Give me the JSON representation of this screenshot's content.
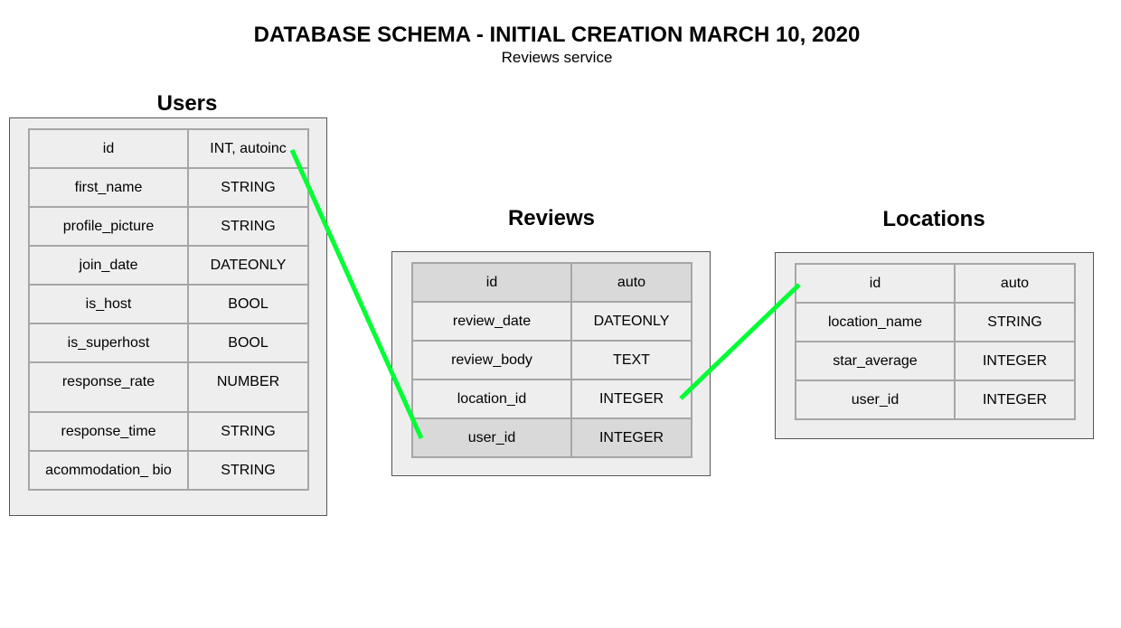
{
  "header": {
    "title": "DATABASE SCHEMA - INITIAL CREATION MARCH 10, 2020",
    "subtitle": "Reviews service"
  },
  "users": {
    "name": "Users",
    "rows": [
      {
        "field": "id",
        "type": "INT, autoinc"
      },
      {
        "field": "first_name",
        "type": "STRING"
      },
      {
        "field": "profile_picture",
        "type": "STRING"
      },
      {
        "field": "join_date",
        "type": "DATEONLY"
      },
      {
        "field": "is_host",
        "type": "BOOL"
      },
      {
        "field": "is_superhost",
        "type": "BOOL"
      },
      {
        "field": "response_rate",
        "type": "NUMBER"
      },
      {
        "field": "response_time",
        "type": "STRING"
      },
      {
        "field": "acommodation_ bio",
        "type": "STRING"
      }
    ]
  },
  "reviews": {
    "name": "Reviews",
    "rows": [
      {
        "field": "id",
        "type": "auto"
      },
      {
        "field": "review_date",
        "type": "DATEONLY"
      },
      {
        "field": "review_body",
        "type": "TEXT"
      },
      {
        "field": "location_id",
        "type": "INTEGER"
      },
      {
        "field": "user_id",
        "type": "INTEGER"
      }
    ]
  },
  "locations": {
    "name": "Locations",
    "rows": [
      {
        "field": "id",
        "type": "auto"
      },
      {
        "field": "location_name",
        "type": "STRING"
      },
      {
        "field": "star_average",
        "type": "INTEGER"
      },
      {
        "field": "user_id",
        "type": "INTEGER"
      }
    ]
  },
  "relations": [
    {
      "from": "Users.id",
      "to": "Reviews.user_id",
      "color": "#00ff33"
    },
    {
      "from": "Reviews.location_id",
      "to": "Locations.id",
      "color": "#00ff33"
    }
  ],
  "colors": {
    "panel": "#eeeeee",
    "highlight_row": "#d9d9d9",
    "cell_border": "#a6a6a6",
    "link": "#00ff33"
  }
}
